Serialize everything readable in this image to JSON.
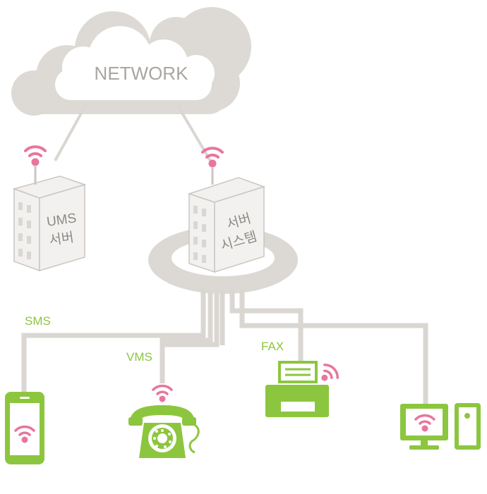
{
  "diagram": {
    "cloud_label": "NETWORK",
    "ums_server": {
      "line1": "UMS",
      "line2": "서버"
    },
    "server_system": {
      "line1": "서버",
      "line2": "시스템"
    },
    "channels": {
      "sms": "SMS",
      "vms": "VMS",
      "fax": "FAX"
    },
    "devices": [
      "mobile-phone",
      "telephone",
      "fax-machine",
      "desktop-computer"
    ]
  },
  "colors": {
    "cloud": "#dddad6",
    "cloud_text": "#aaa5a1",
    "line": "#dad6d2",
    "building": "#f3f1ef",
    "building_outline": "#cac6c2",
    "building_text": "#8e8a86",
    "wifi": "#e8769c",
    "device": "#8cc63f",
    "label": "#8cc63f"
  }
}
